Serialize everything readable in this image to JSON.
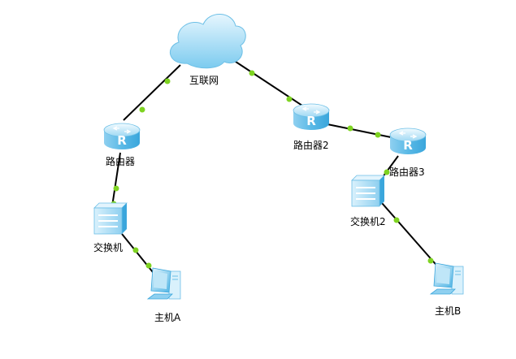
{
  "colors": {
    "link": "#000000",
    "port_dot": "#7ed321",
    "device_light": "#e3f4fd",
    "device_mid": "#8fd0f0",
    "device_dark": "#3aa6dc",
    "cloud_light": "#e6f6fe",
    "cloud_dark": "#7ccbef"
  },
  "nodes": {
    "internet": {
      "label": "互联网",
      "icon": "cloud-icon"
    },
    "router1": {
      "label": "路由器",
      "icon": "router-icon"
    },
    "router2": {
      "label": "路由器2",
      "icon": "router-icon"
    },
    "router3": {
      "label": "路由器3",
      "icon": "router-icon"
    },
    "switch1": {
      "label": "交换机",
      "icon": "switch-icon"
    },
    "switch2": {
      "label": "交换机2",
      "icon": "switch-icon"
    },
    "hostA": {
      "label": "主机A",
      "icon": "pc-icon"
    },
    "hostB": {
      "label": "主机B",
      "icon": "pc-icon"
    }
  },
  "links": [
    {
      "from": "internet",
      "to": "router1"
    },
    {
      "from": "internet",
      "to": "router2"
    },
    {
      "from": "router2",
      "to": "router3"
    },
    {
      "from": "router1",
      "to": "switch1"
    },
    {
      "from": "switch1",
      "to": "hostA"
    },
    {
      "from": "router3",
      "to": "switch2"
    },
    {
      "from": "switch2",
      "to": "hostB"
    }
  ]
}
